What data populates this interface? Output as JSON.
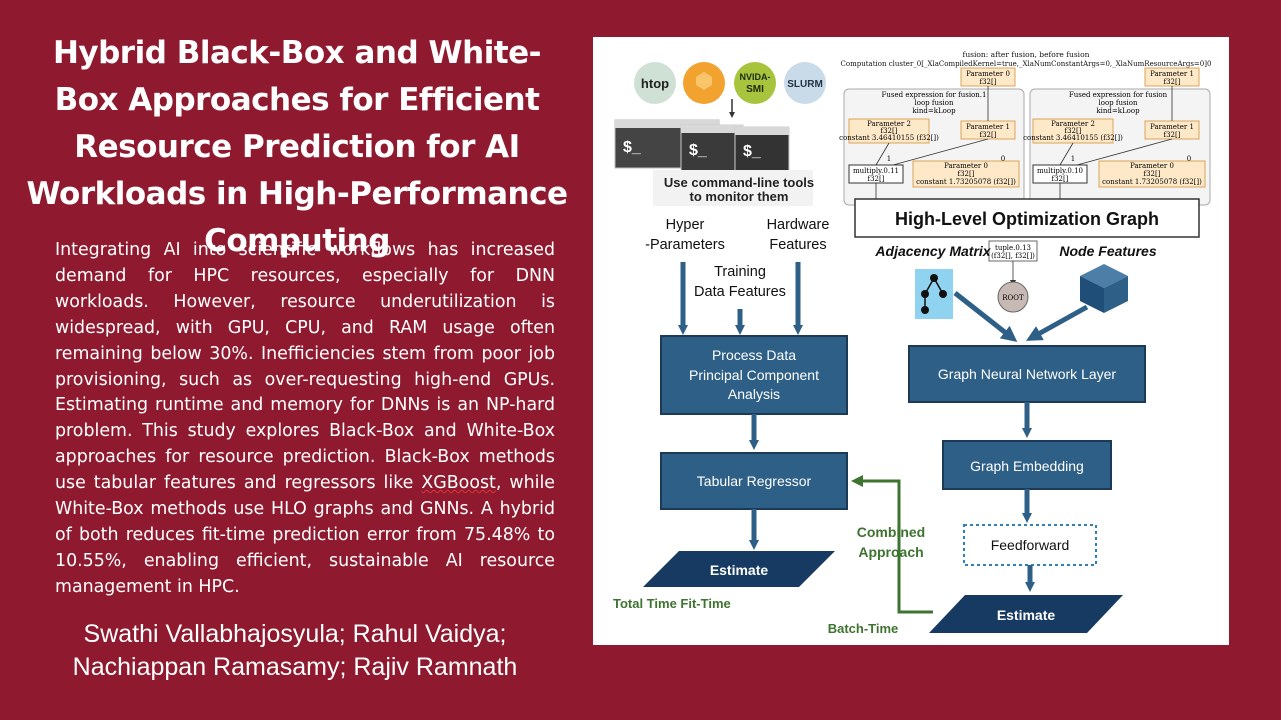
{
  "title": "Hybrid Black-Box and White-Box Approaches for Efficient Resource Prediction for AI Workloads in High-Performance Computing",
  "abstract": {
    "part1": "Integrating AI into scientific workflows has increased demand for HPC resources, especially for DNN workloads. However, resource underutilization is widespread, with GPU, CPU, and RAM usage often remaining below 30%. Inefficiencies stem from poor job provisioning, such as over-requesting high-end GPUs. Estimating runtime and memory for DNNs is an NP-hard problem. This study explores Black-Box and White-Box approaches for resource prediction. Black-Box methods use tabular features and regressors like ",
    "xgboost": "XGBoost",
    "part2": ", while White-Box methods use HLO graphs and GNNs. A hybrid of both reduces fit-time prediction error from 75.48% to 10.55%, enabling efficient, sustainable AI resource management in HPC."
  },
  "authors": {
    "line1": "Swathi Vallabhajosyula; Rahul Vaidya;",
    "line2": "Nachiappan Ramasamy; Rajiv Ramnath"
  },
  "figure": {
    "tools": {
      "htop": "htop",
      "nvidia1": "NVIDA-",
      "nvidia2": "SMI",
      "slurm": "SLURM"
    },
    "prompt": "$_",
    "cli_caption1": "Use command-line tools",
    "cli_caption2": "to monitor them",
    "hyper1": "Hyper",
    "hyper2": "-Parameters",
    "hardware1": "Hardware",
    "hardware2": "Features",
    "training1": "Training",
    "training2": "Data Features",
    "process1": "Process Data",
    "process2": "Principal Component",
    "process3": "Analysis",
    "tabular": "Tabular Regressor",
    "estimate_left": "Estimate",
    "total_time": "Total Time Fit-Time",
    "combined1": "Combined",
    "combined2": "Approach",
    "batch_time": "Batch-Time",
    "estimate_right": "Estimate",
    "feedforward": "Feedforward",
    "graph_embedding": "Graph Embedding",
    "gnn_layer": "Graph Neural Network Layer",
    "hlo_graph": "High-Level Optimization Graph",
    "adjacency": "Adjacency Matrix",
    "node_features": "Node Features",
    "root": "ROOT",
    "hlo": {
      "header1": "fusion: after fusion, before fusion",
      "header2": "Computation cluster_0[_XlaCompiledKernel=true,_XlaNumConstantArgs=0,_XlaNumResourceArgs=0]0",
      "param0": "Parameter 0",
      "param1": "Parameter 1",
      "param2": "Parameter 2",
      "f32": "f32[]",
      "fused1a": "Fused expression for fusion.1",
      "fused1b": "loop fusion",
      "fused1c": "kind=kLoop",
      "fused2a": "Fused expression for fusion",
      "fused2b": "loop fusion",
      "fused2c": "kind=kLoop",
      "constant1": "constant 3.46410155 (f32[])",
      "constant2": "constant 1.73205078 (f32[])",
      "mult11": "multiply.0.11",
      "mult10": "multiply.0.10",
      "tuple": "tuple.0.13",
      "tuple2": "(f32[], f32[])",
      "one": "1",
      "zero": "0"
    }
  },
  "colors": {
    "background": "#8f1a2f",
    "box_blue": "#2e5f86",
    "box_border": "#1c3a55",
    "estimate": "#173a63",
    "green": "#3e7330",
    "hlo_fill": "#fde8c8",
    "hlo_border": "#d9a45a"
  }
}
